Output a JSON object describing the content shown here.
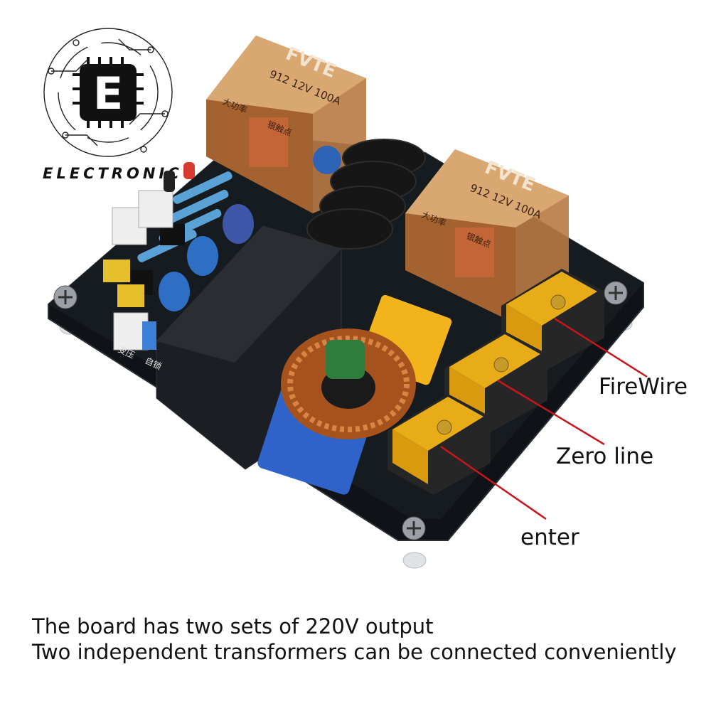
{
  "brand": {
    "logo_letter": "E",
    "logo_text": "ELECTRONIC"
  },
  "relays": {
    "brand": "FVTE",
    "spec": "912 12V 100A",
    "note_cn": "大功率",
    "note_cn2": "银触点"
  },
  "pcb_labels": {
    "cn_label_1": "变压",
    "cn_label_2": "自锁"
  },
  "callouts": {
    "firewire": "FireWire",
    "zero_line": "Zero line",
    "enter": "enter"
  },
  "colors": {
    "pcb": "#101418",
    "relay_amber": "#c98a4e",
    "terminal_yellow": "#f2b318",
    "capacitor_blue": "#2f63c9",
    "toroid_copper": "#b8622a",
    "ferrite_black": "#141414",
    "callout_red": "#c8161d"
  },
  "caption": {
    "line1": "The board has two sets of 220V output",
    "line2": "Two independent transformers can be connected conveniently"
  }
}
